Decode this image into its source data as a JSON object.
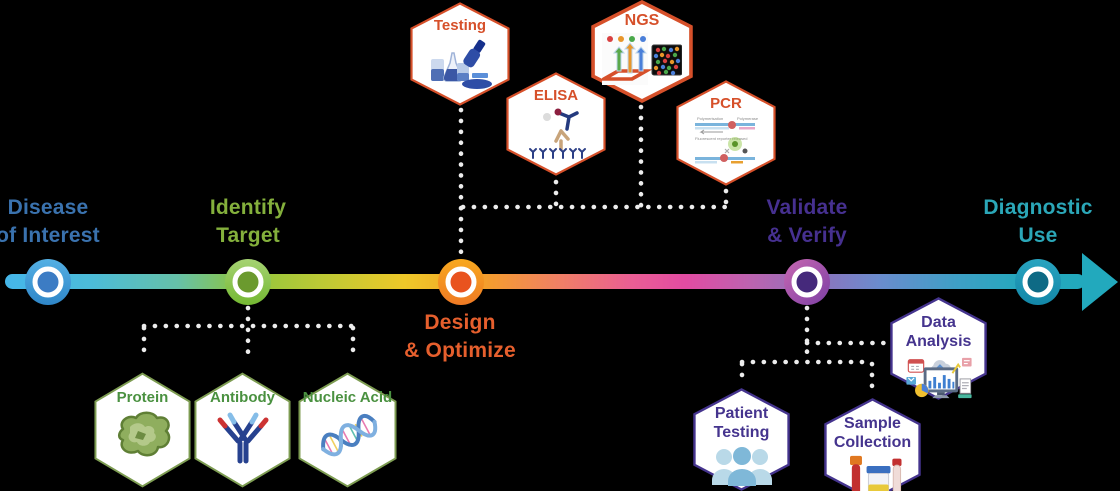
{
  "stages": [
    {
      "line1": "Disease",
      "line2": "of Interest",
      "color": "#3a72ae",
      "node_color": "#3c7cc4"
    },
    {
      "line1": "Identify",
      "line2": "Target",
      "color": "#84b03c",
      "node_color": "#6b9a2e"
    },
    {
      "line1": "Design",
      "line2": "& Optimize",
      "color": "#e65f2d",
      "node_color": "#e9531f"
    },
    {
      "line1": "Validate",
      "line2": "& Verify",
      "color": "#463090",
      "node_color": "#45297b"
    },
    {
      "line1": "Diagnostic",
      "line2": "Use",
      "color": "#2ba7b8",
      "node_color": "#0e6a85"
    }
  ],
  "methods": {
    "border_color": "#d6502a",
    "label_color": "#d6502a",
    "items": [
      {
        "label": "Testing",
        "icon": "microscope-icon"
      },
      {
        "label": "ELISA",
        "icon": "elisa-assay-icon"
      },
      {
        "label": "NGS",
        "icon": "sequencing-flowcell-icon"
      },
      {
        "label": "PCR",
        "icon": "pcr-diagram-icon"
      }
    ]
  },
  "pcr_diagram_labels": [
    "Polymerisation",
    "Polymerase",
    "Fluorescent reporter released"
  ],
  "targets": {
    "border_color": "#7d9c52",
    "label_color": "#4a9140",
    "items": [
      {
        "label": "Protein",
        "icon": "protein-blob-icon"
      },
      {
        "label": "Antibody",
        "icon": "antibody-y-icon"
      },
      {
        "label": "Nucleic Acid",
        "icon": "dna-helix-icon"
      }
    ]
  },
  "validation": {
    "border_color": "#45348e",
    "label_color": "#45348e",
    "items": [
      {
        "line1": "Patient",
        "line2": "Testing",
        "icon": "patients-group-icon"
      },
      {
        "line1": "Sample",
        "line2": "Collection",
        "icon": "sample-tubes-icon"
      },
      {
        "line1": "Data",
        "line2": "Analysis",
        "icon": "analytics-dashboard-icon"
      }
    ]
  },
  "timeline": {
    "direction": "left-to-right",
    "arrow_color": "#22a9bd",
    "gradient": [
      "#45b6e9",
      "#8ec63f",
      "#eec829",
      "#f08163",
      "#e24ba2",
      "#8f72bc",
      "#22a9bd"
    ],
    "dot_color": "#ececec"
  }
}
